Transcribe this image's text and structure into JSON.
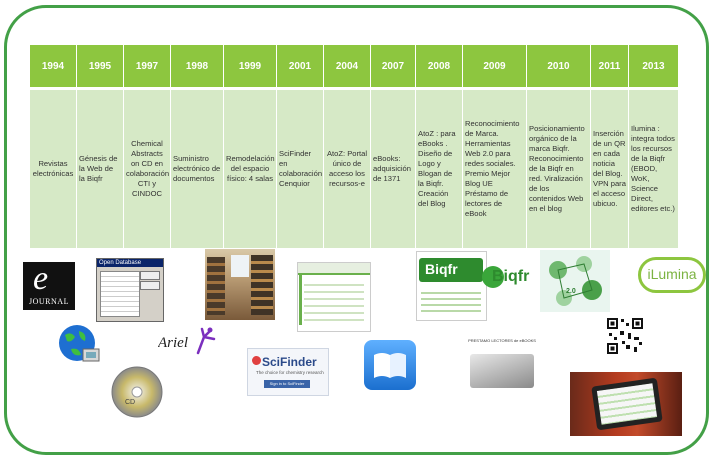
{
  "timeline": [
    {
      "year": "1994",
      "text": "Revistas electrónicas",
      "align": "c"
    },
    {
      "year": "1995",
      "text": "Génesis de la Web de la Biqfr",
      "align": "l"
    },
    {
      "year": "1997",
      "text": "Chemical Abstracts on CD en colaboración CTI y CINDOC",
      "align": "c"
    },
    {
      "year": "1998",
      "text": "Suministro electrónico de documentos",
      "align": "l"
    },
    {
      "year": "1999",
      "text": "Remodelación del espacio físico: 4 salas",
      "align": "c"
    },
    {
      "year": "2001",
      "text": "SciFinder en colaboración Cenquior",
      "align": "l"
    },
    {
      "year": "2004",
      "text": "AtoZ: Portal único de acceso los recursos-e",
      "align": "c"
    },
    {
      "year": "2007",
      "text": "eBooks: adquisición de 1371",
      "align": "l"
    },
    {
      "year": "2008",
      "text": "AtoZ : para eBooks . Diseño de Logo y Blogan de la Biqfr. Creación del Blog",
      "align": "l"
    },
    {
      "year": "2009",
      "text": "Reconocimiento de Marca. Herramientas Web 2.0 para redes sociales. Premio Mejor Blog UE Préstamo de lectores de eBook",
      "align": "l"
    },
    {
      "year": "2010",
      "text": "Posicionamiento orgánico de la marca Biqfr. Reconocimiento de la Biqfr en red. Viralización de los contenidos Web en el blog",
      "align": "l"
    },
    {
      "year": "2011",
      "text": "Inserción de un QR en cada noticia del Blog. VPN para el acceso ubicuo.",
      "align": "l"
    },
    {
      "year": "2013",
      "text": "Ilumina : integra todos los recursos de la Biqfr (EBOD, WoK, Science Direct, editores etc.)",
      "align": "l"
    }
  ],
  "images": {
    "ejournal": {
      "letter": "e",
      "label": "JOURNAL"
    },
    "ariel": {
      "label": "Ariel"
    },
    "database_dialog": {
      "title": "Open Database"
    },
    "cd_label": "CD",
    "scifinder": {
      "name": "SciFinder",
      "tagline": "The choice for chemistry research",
      "button": "Sign in to SciFinder"
    },
    "biqfr_logo": "Biqfr",
    "biqfr_web": "Biqfr",
    "web20": "2.0",
    "lectores": "PRESTAMO LECTORES de eBOOKS",
    "ilumina": "iLumina"
  },
  "colors": {
    "frame": "#43a047",
    "year_bg": "#8dc63f",
    "desc_bg": "#d6e9c6"
  }
}
